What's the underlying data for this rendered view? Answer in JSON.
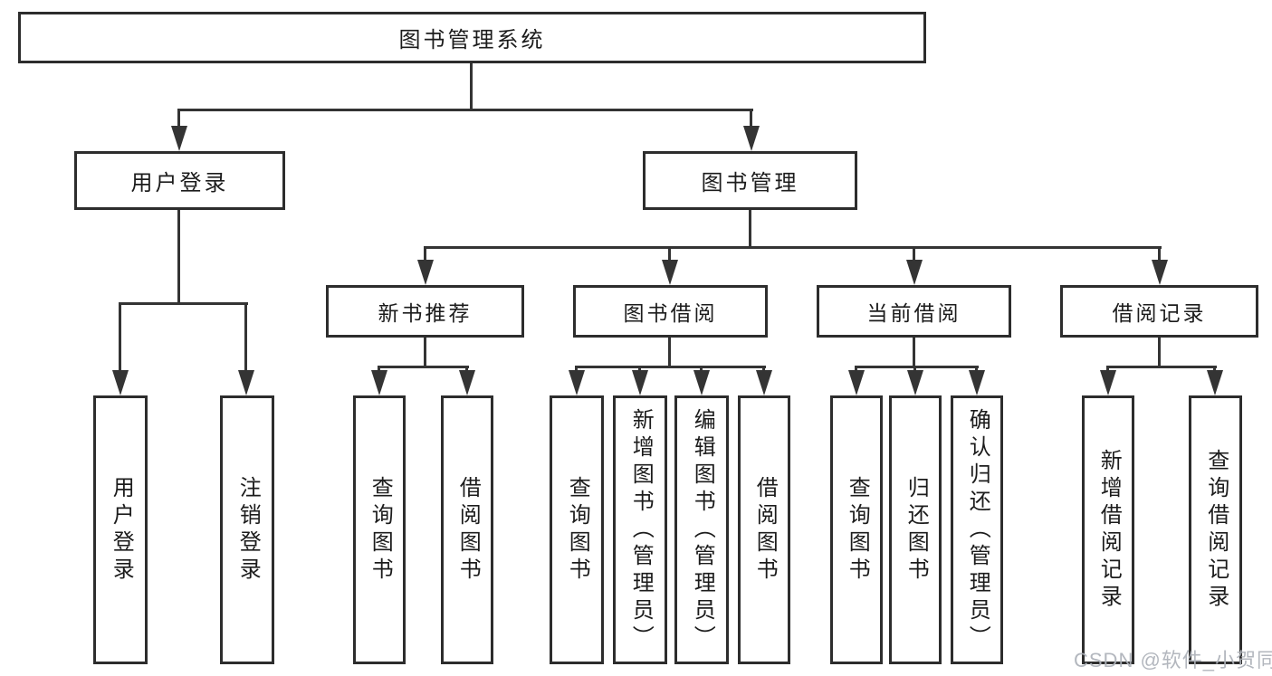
{
  "tree": {
    "root": {
      "label": "图书管理系统",
      "children": [
        {
          "label": "用户登录",
          "children": [
            {
              "label": "用户登录"
            },
            {
              "label": "注销登录"
            }
          ]
        },
        {
          "label": "图书管理",
          "children": [
            {
              "label": "新书推荐",
              "children": [
                {
                  "label": "查询图书"
                },
                {
                  "label": "借阅图书"
                }
              ]
            },
            {
              "label": "图书借阅",
              "children": [
                {
                  "label": "查询图书"
                },
                {
                  "label": "新增图书（管理员）"
                },
                {
                  "label": "编辑图书（管理员）"
                },
                {
                  "label": "借阅图书"
                }
              ]
            },
            {
              "label": "当前借阅",
              "children": [
                {
                  "label": "查询图书"
                },
                {
                  "label": "归还图书"
                },
                {
                  "label": "确认归还（管理员）"
                }
              ]
            },
            {
              "label": "借阅记录",
              "children": [
                {
                  "label": "新增借阅记录"
                },
                {
                  "label": "查询借阅记录"
                }
              ]
            }
          ]
        }
      ]
    }
  },
  "colors": {
    "box_border": "#2d2d2d",
    "connector": "#343434",
    "text": "#1c1c1c",
    "watermark": "#acb1b9",
    "background": "#ffffff"
  },
  "watermark": {
    "text": "CSDN @软件_小贺同学"
  }
}
